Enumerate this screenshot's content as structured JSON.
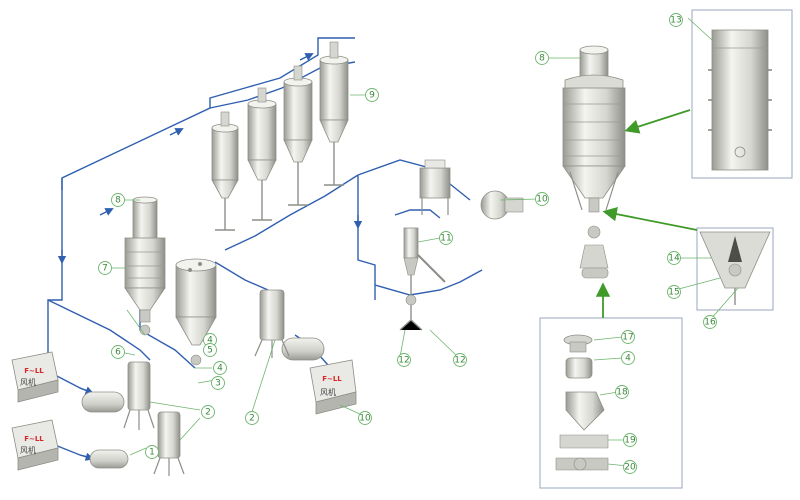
{
  "colors": {
    "pipe": "#2f5fb0",
    "callout": "#6db56d",
    "callout_text": "#3b8a3b",
    "arrow": "#3f9a2a",
    "equipment_light": "#eeeeea",
    "equipment_mid": "#c9c9c3",
    "equipment_dark": "#8e8e88",
    "frame": "#9aa6bf"
  },
  "blower_label": "风机",
  "blower_logo": "F~LL",
  "tags": [
    "1",
    "2",
    "2",
    "3",
    "4",
    "4",
    "5",
    "6",
    "7",
    "8",
    "8",
    "9",
    "10",
    "10",
    "11",
    "12",
    "12",
    "13",
    "14",
    "15",
    "16",
    "17",
    "4",
    "18",
    "19",
    "20"
  ]
}
